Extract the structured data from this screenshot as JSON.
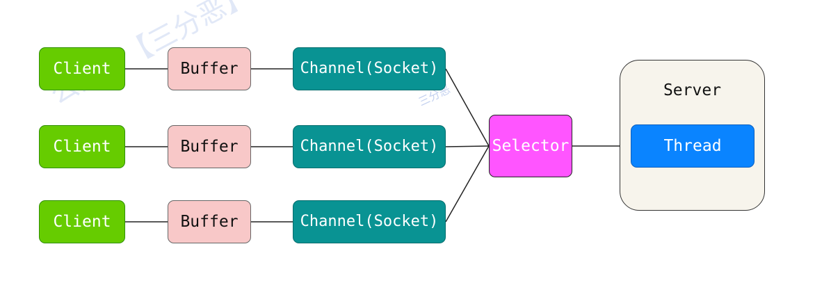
{
  "diagram": {
    "clients": [
      "Client",
      "Client",
      "Client"
    ],
    "buffers": [
      "Buffer",
      "Buffer",
      "Buffer"
    ],
    "channels": [
      "Channel(Socket)",
      "Channel(Socket)",
      "Channel(Socket)"
    ],
    "selector": "Selector",
    "server": "Server",
    "thread": "Thread"
  },
  "watermark": {
    "text": "公众号【三分恶】出品",
    "logo": "三分恶"
  },
  "colors": {
    "client": "#66cc00",
    "buffer": "#f8c8c8",
    "channel": "#099393",
    "selector": "#ff55ff",
    "server": "#f7f4ec",
    "thread": "#0a84ff"
  }
}
